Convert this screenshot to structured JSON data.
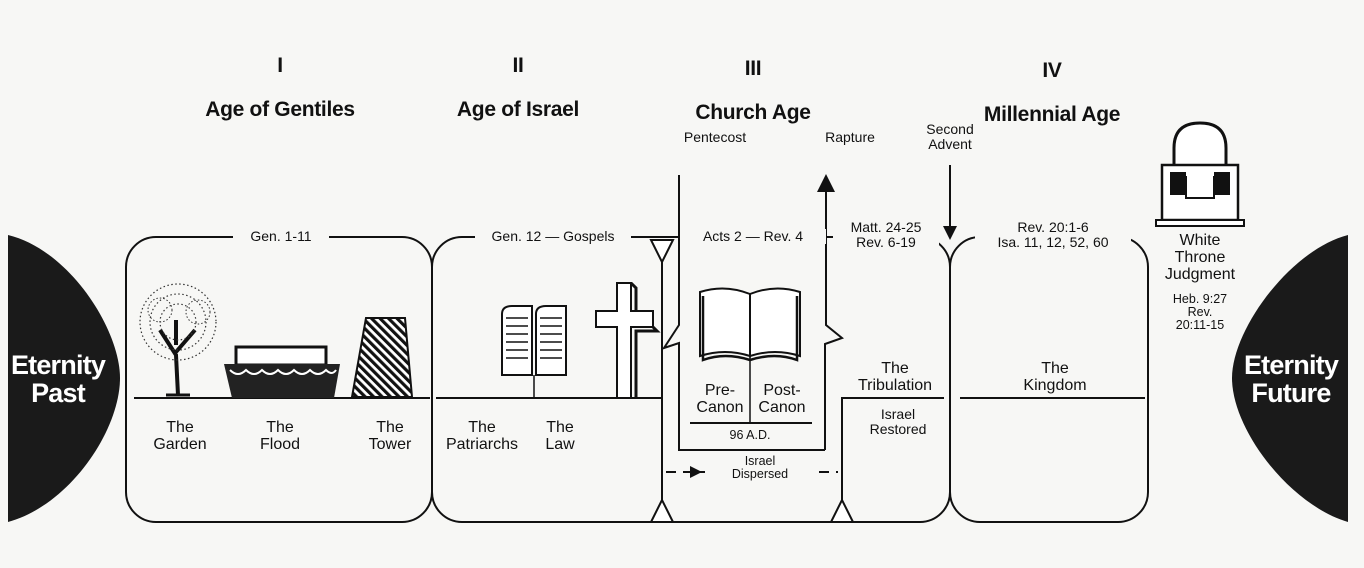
{
  "ages": [
    {
      "numeral": "I",
      "title": "Age of Gentiles"
    },
    {
      "numeral": "II",
      "title": "Age of Israel"
    },
    {
      "numeral": "III",
      "title": "Church Age"
    },
    {
      "numeral": "IV",
      "title": "Millennial Age"
    }
  ],
  "eternity_past": "Eternity\nPast",
  "eternity_future": "Eternity\nFuture",
  "refs": {
    "gentiles": "Gen. 1-11",
    "israel": "Gen. 12 — Gospels",
    "church": "Acts 2 — Rev. 4",
    "tribulation": "Matt. 24-25\nRev. 6-19",
    "millennium": "Rev. 20:1-6\nIsa. 11, 12, 52, 60",
    "judgment": "Heb. 9:27\nRev.\n20:11-15"
  },
  "events": {
    "pentecost": "Pentecost",
    "rapture": "Rapture",
    "second_advent": "Second\nAdvent"
  },
  "labels": {
    "garden": "The\nGarden",
    "flood": "The\nFlood",
    "tower": "The\nTower",
    "patriarchs": "The\nPatriarchs",
    "law": "The\nLaw",
    "pre_canon": "Pre-\nCanon",
    "post_canon": "Post-\nCanon",
    "date": "96 A.D.",
    "israel_dispersed": "Israel\nDispersed",
    "tribulation": "The\nTribulation",
    "israel_restored": "Israel\nRestored",
    "kingdom": "The\nKingdom",
    "white_throne": "White\nThrone\nJudgment"
  },
  "colors": {
    "ink": "#111111",
    "paper": "#f7f7f5",
    "dark": "#1a1a1a"
  }
}
